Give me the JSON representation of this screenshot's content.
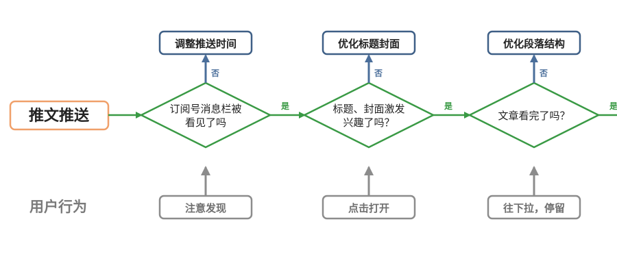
{
  "start": {
    "label": "推文推送"
  },
  "row_label": "用户行为",
  "steps": [
    {
      "question_lines": [
        "订阅号消息栏被",
        "看见了吗"
      ],
      "no_action": "调整推送时间",
      "no_label": "否",
      "yes_label": "是",
      "behavior": "注意发现"
    },
    {
      "question_lines": [
        "标题、封面激发",
        "兴趣了吗？"
      ],
      "no_action": "优化标题封面",
      "no_label": "否",
      "yes_label": "是",
      "behavior": "点击打开"
    },
    {
      "question_lines": [
        "文章看完了吗？"
      ],
      "no_action": "优化段落结构",
      "no_label": "否",
      "yes_label": "是",
      "behavior": "往下拉，停留"
    }
  ],
  "colors": {
    "start_border": "#f0a06a",
    "decision_border": "#3a9a45",
    "flow_line": "#3a9a45",
    "no_line": "#4a6e9a",
    "action_border": "#3e5f86",
    "behavior_border": "#8c8c8c",
    "behavior_text": "#6f6f6f",
    "row_label": "#7a7a7a",
    "text": "#222222"
  }
}
